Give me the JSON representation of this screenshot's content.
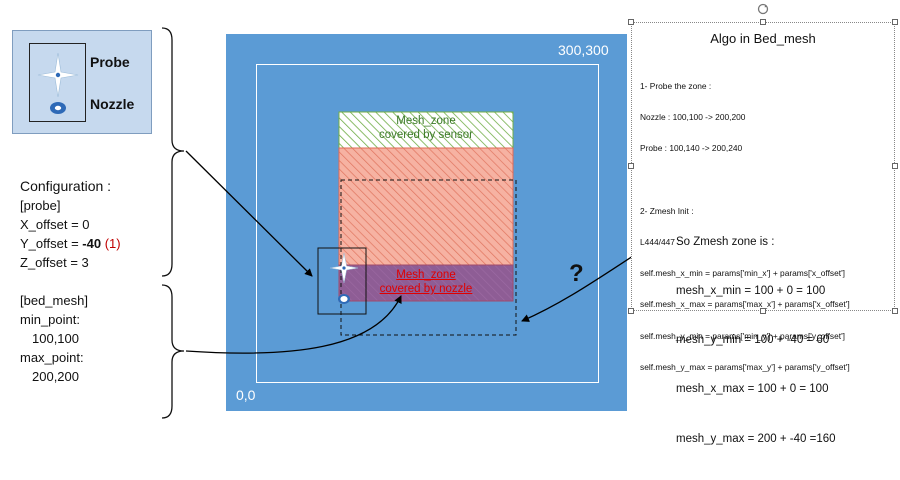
{
  "legend": {
    "probe_label": "Probe",
    "nozzle_label": "Nozzle"
  },
  "config": {
    "title": "Configuration :",
    "probe_section": "[probe]",
    "x_offset": "X_offset = 0",
    "y_offset_prefix": "Y_offset = ",
    "y_offset_value": "-40",
    "y_offset_note": "(1)",
    "z_offset": "Z_offset = 3",
    "bed_mesh_section": "[bed_mesh]",
    "min_point_label": "min_point:",
    "min_point_value": "100,100",
    "max_point_label": "max_point:",
    "max_point_value": "200,200"
  },
  "bed": {
    "corner_max": "300,300",
    "corner_min": "0,0"
  },
  "zones": {
    "sensor_line1": "Mesh_zone",
    "sensor_line2": "covered by sensor",
    "nozzle_line1": "Mesh_zone",
    "nozzle_line2": "covered by nozzle",
    "question": "?"
  },
  "algo": {
    "title": "Algo in Bed_mesh",
    "lines": [
      "1- Probe the zone :",
      "Nozzle : 100,100 -> 200,200",
      "Probe : 100,140 -> 200,240",
      "",
      "2- Zmesh Init :",
      "L444/447 :",
      "self.mesh_x_min = params['min_x'] + params['x_offset']",
      "self.mesh_x_max = params['max_x'] + params['x_offset']",
      "self.mesh_y_min = params['min_y'] + params['y_offset']",
      "self.mesh_y_max = params['max_y'] + params['y_offset']"
    ],
    "zmesh_title": "So Zmesh zone is :",
    "zmesh_lines": [
      "mesh_x_min = 100 + 0 = 100",
      "mesh_y_min = 100 + -40 = 60",
      "mesh_x_max = 100 + 0 = 100",
      "mesh_y_max = 200 + -40 =160"
    ]
  },
  "colors": {
    "bed": "#5b9bd5",
    "legend_bg": "#c6d9ee",
    "sensor_zone_hatch": "#70ad47",
    "nozzle_zone_fill": "#f4b9a8",
    "overlap_fill": "#8f5d96",
    "overlap_text": "#e00000"
  }
}
